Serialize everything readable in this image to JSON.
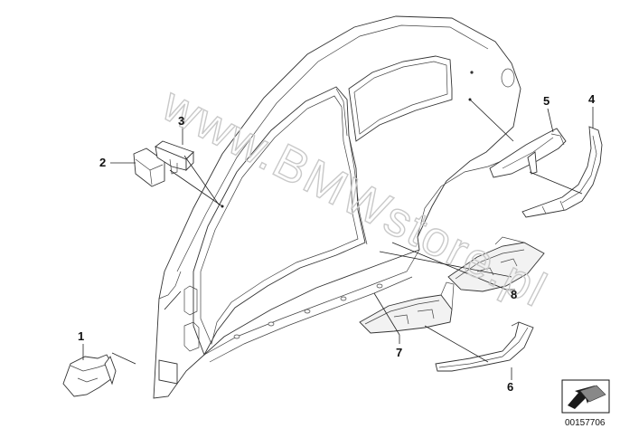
{
  "watermark": "www.BMWstore.pl",
  "diagram_code": "00157706",
  "callouts": [
    {
      "id": "1",
      "label": "1"
    },
    {
      "id": "2",
      "label": "2"
    },
    {
      "id": "3",
      "label": "3"
    },
    {
      "id": "4",
      "label": "4"
    },
    {
      "id": "5",
      "label": "5"
    },
    {
      "id": "6",
      "label": "6"
    },
    {
      "id": "7",
      "label": "7"
    },
    {
      "id": "8",
      "label": "8"
    }
  ]
}
